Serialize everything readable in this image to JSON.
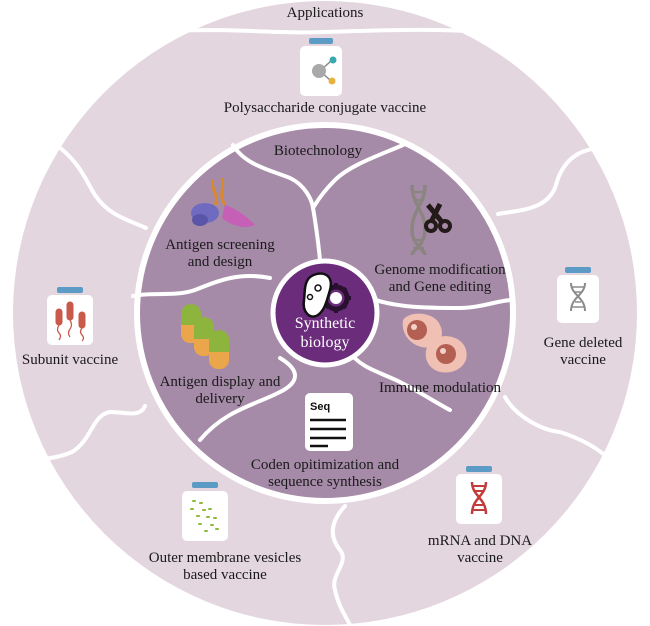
{
  "outer_ring": {
    "title": "Applications",
    "items": [
      {
        "id": "polysaccharide",
        "label_lines": [
          "Polysaccharide conjugate vaccine"
        ],
        "icon": "molecule-vial-icon"
      },
      {
        "id": "gene-deleted",
        "label_lines": [
          "Gene deleted",
          "vaccine"
        ],
        "icon": "dna-vial-icon"
      },
      {
        "id": "mrna-dna",
        "label_lines": [
          "mRNA and DNA",
          "vaccine"
        ],
        "icon": "red-dna-vial-icon"
      },
      {
        "id": "omv",
        "label_lines": [
          "Outer membrane vesicles",
          "based vaccine"
        ],
        "icon": "vesicles-vial-icon"
      },
      {
        "id": "subunit",
        "label_lines": [
          "Subunit vaccine"
        ],
        "icon": "bacteria-vial-icon"
      }
    ]
  },
  "inner_ring": {
    "title": "Biotechnology",
    "items": [
      {
        "id": "antigen-screening",
        "label_lines": [
          "Antigen screening",
          "and design"
        ],
        "icon": "protein-structure-icon"
      },
      {
        "id": "genome-modification",
        "label_lines": [
          "Genome modification",
          "and Gene editing"
        ],
        "icon": "dna-scissors-icon"
      },
      {
        "id": "immune-modulation",
        "label_lines": [
          "Immune modulation"
        ],
        "icon": "immune-cells-icon"
      },
      {
        "id": "codon-optimization",
        "label_lines": [
          "Coden opitimization and",
          "sequence synthesis"
        ],
        "icon": "sequence-document-icon",
        "icon_text": "Seq"
      },
      {
        "id": "antigen-display",
        "label_lines": [
          "Antigen display and",
          "delivery"
        ],
        "icon": "antigen-blocks-icon"
      }
    ]
  },
  "center": {
    "label_lines": [
      "Synthetic",
      "biology"
    ],
    "icon": "cell-gear-icon"
  },
  "colors": {
    "outer_ring": "#e3d6df",
    "inner_ring": "#a68ba8",
    "center": "#6b2c7c",
    "vial_cap": "#5b9bc6",
    "divider": "#ffffff"
  }
}
